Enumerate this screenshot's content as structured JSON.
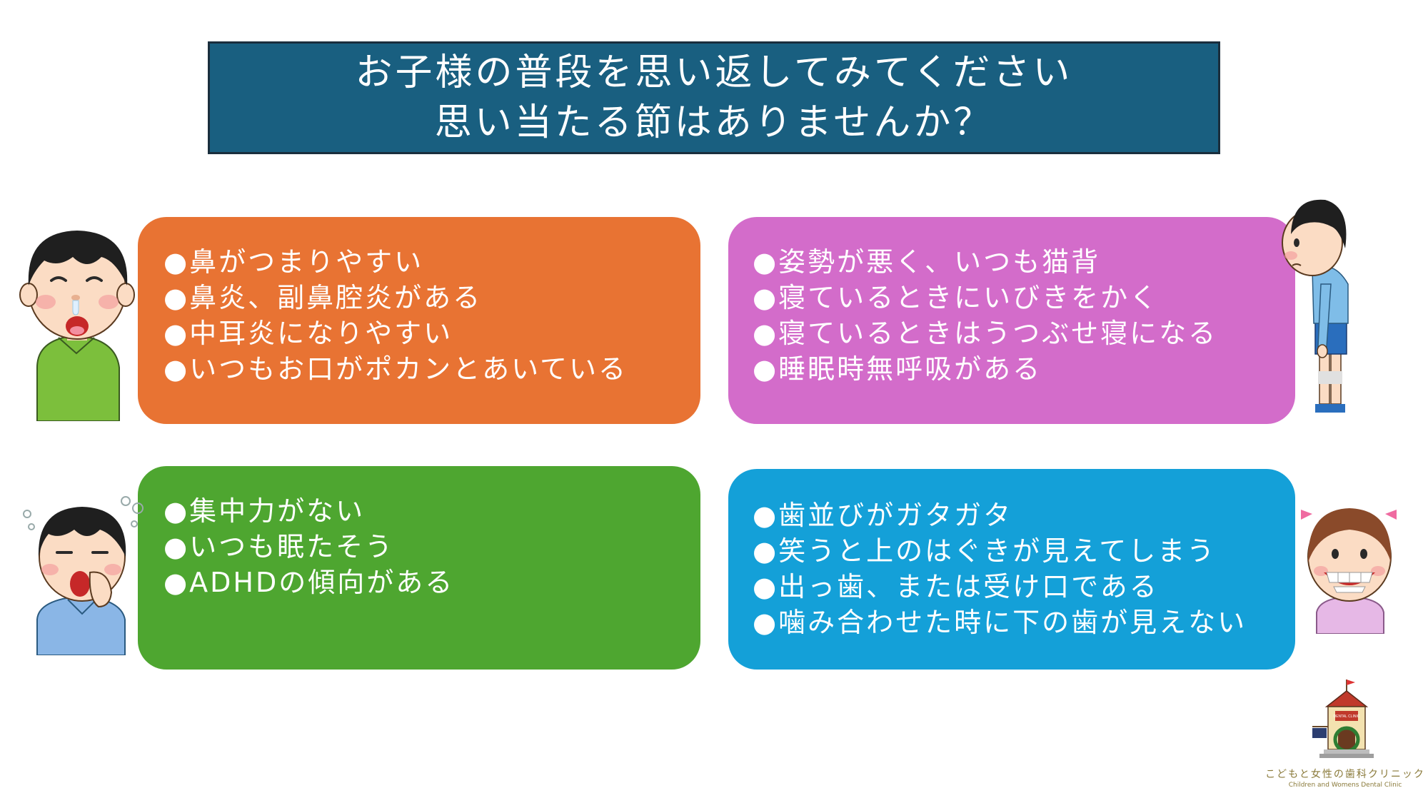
{
  "title": {
    "line1": "お子様の普段を思い返してみてください",
    "line2": "思い当たる節はありませんか？"
  },
  "cards": [
    {
      "color": "#e87333",
      "items": [
        "●鼻がつまりやすい",
        "●鼻炎、副鼻腔炎がある",
        "●中耳炎になりやすい",
        "●いつもお口がポカンとあいている"
      ]
    },
    {
      "color": "#d36cca",
      "items": [
        "●姿勢が悪く、いつも猫背",
        "●寝ているときにいびきをかく",
        "●寝ているときはうつぶせ寝になる",
        "●睡眠時無呼吸がある"
      ]
    },
    {
      "color": "#4ea630",
      "items": [
        "●集中力がない",
        "●いつも眠たそう",
        "●ADHDの傾向がある"
      ]
    },
    {
      "color": "#14a0d8",
      "items": [
        "●歯並びがガタガタ",
        "●笑うと上のはぐきが見えてしまう",
        "●出っ歯、または受け口である",
        "●噛み合わせた時に下の歯が見えない"
      ]
    }
  ],
  "logo": {
    "name": "こどもと女性の歯科クリニック",
    "name_en": "Children and Womens Dental Clinic",
    "sign": "DENTAL CLINIC"
  },
  "colors": {
    "banner": "#195f80",
    "background": "#ffffff"
  }
}
